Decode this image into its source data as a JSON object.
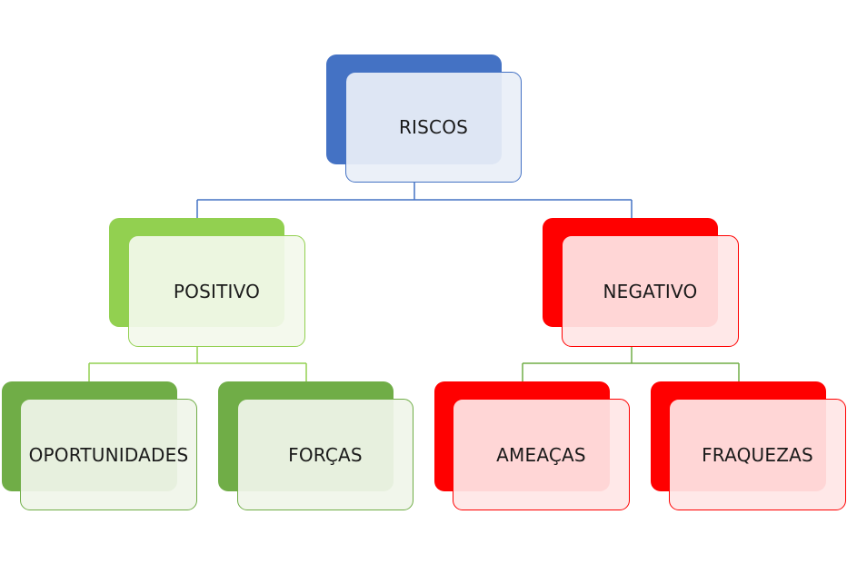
{
  "diagram": {
    "root": {
      "label": "RISCOS"
    },
    "positive": {
      "label": "POSITIVO"
    },
    "negative": {
      "label": "NEGATIVO"
    },
    "opportunities": {
      "label": "OPORTUNIDADES"
    },
    "strengths": {
      "label": "FORÇAS"
    },
    "threats": {
      "label": "AMEAÇAS"
    },
    "weaknesses": {
      "label": "FRAQUEZAS"
    }
  },
  "colors": {
    "blue": "#4472c4",
    "light_green": "#92d050",
    "dark_green": "#70ad47",
    "red": "#ff0000"
  }
}
